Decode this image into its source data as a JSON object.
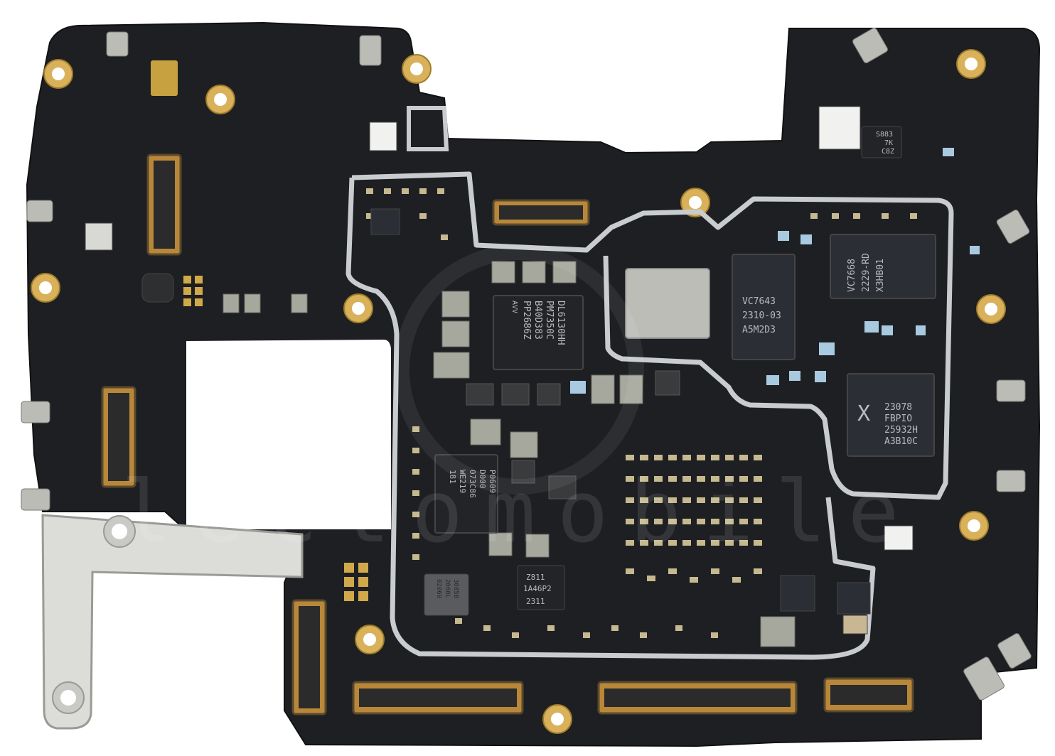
{
  "image": {
    "alt": "Bare smartphone main logic board (PCB) photographed from above on a white background",
    "board_color": "#1d1f22",
    "shield_color": "#c9ccce",
    "pad_color": "#d4b04a",
    "component_color": "#8d8e88"
  },
  "chips": {
    "pmic_main": {
      "line1": "DL6130HH",
      "line2": "PM7350C",
      "line3": "B40D383",
      "line4": "PP2686Z",
      "mark": "AVV"
    },
    "ram_left": {
      "line1": "VC7643",
      "line2": "2310-03",
      "line3": "A5M2D3"
    },
    "ram_right": {
      "line1": "VC7668",
      "line2": "2229-RD",
      "line3": "X3HB01"
    },
    "xcvr": {
      "logo": "X",
      "line1": "23078",
      "line2": "FBPIO",
      "line3": "25932H",
      "line4": "A3B10C"
    },
    "pmic_second": {
      "line1": "P0609",
      "line2": "D000",
      "line3": "073C86",
      "line4": "WE219",
      "line5": "181"
    },
    "small_a": {
      "line1": "Z811",
      "line2": "1A46P2",
      "line3": "2311"
    },
    "small_b": {
      "line1": "S883",
      "line2": "7K",
      "line3": "C8Z"
    },
    "small_c": {
      "line1": "3085B",
      "line2": "2060L",
      "line3": "02060"
    }
  },
  "watermark": {
    "text": "lectomobile"
  }
}
